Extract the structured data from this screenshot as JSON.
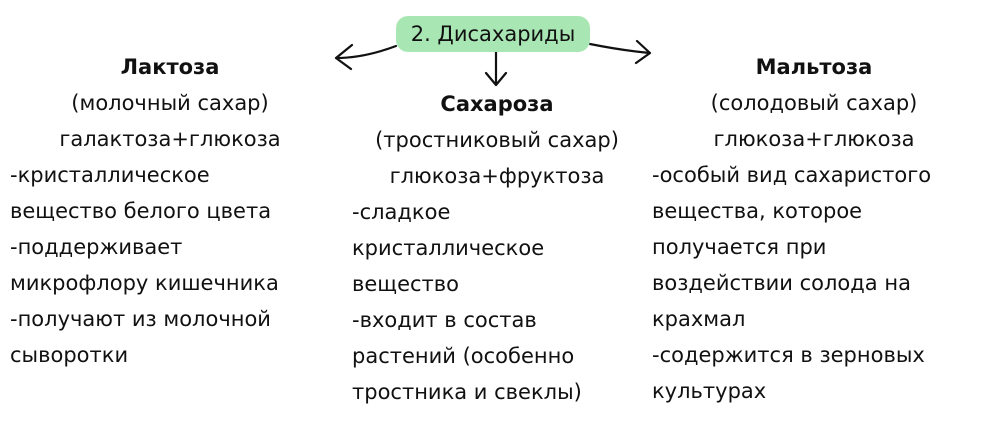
{
  "topic": "2. Дисахариды",
  "left": {
    "title": "Лактоза",
    "alias": "(молочный сахар)",
    "formula": "галактоза+глюкоза",
    "facts": [
      "-кристаллическое",
      "вещество белого цвета",
      "-поддерживает",
      "микрофлору кишечника",
      "-получают из молочной",
      "сыворотки"
    ]
  },
  "middle": {
    "title": "Сахароза",
    "alias": "(тростниковый сахар)",
    "formula": "глюкоза+фруктоза",
    "facts": [
      "-сладкое",
      "кристаллическое",
      "вещество",
      "-входит в состав",
      "растений (особенно",
      "тростника и свеклы)"
    ]
  },
  "right": {
    "title": "Мальтоза",
    "alias": "(солодовый сахар)",
    "formula": "глюкоза+глюкоза",
    "facts": [
      "-особый вид сахаристого",
      "вещества, которое",
      "получается при",
      "воздействии солода на",
      "крахмал",
      "-содержится в зерновых",
      "культурах"
    ]
  },
  "colors": {
    "badge_fill": "#a8e6b4",
    "text": "#111111"
  }
}
